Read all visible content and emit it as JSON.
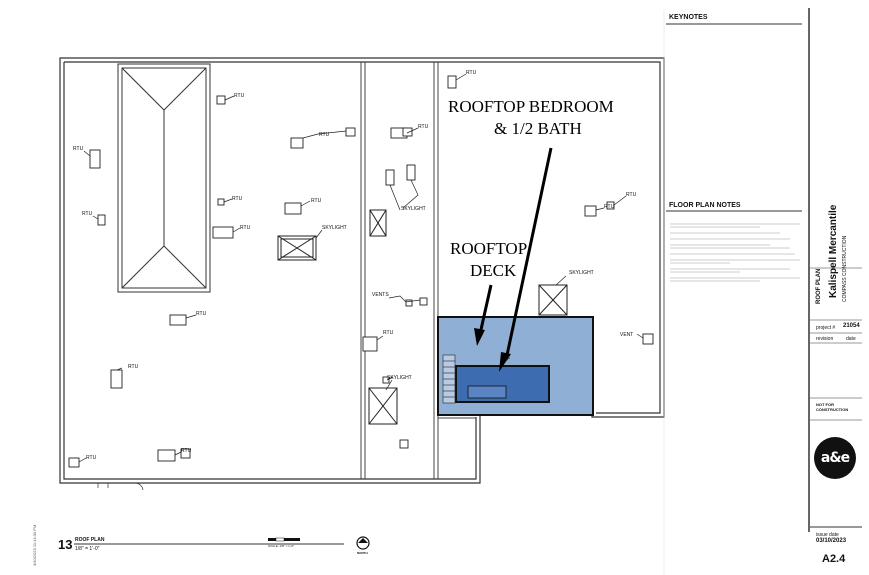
{
  "title_block": {
    "keynotes": "KEYNOTES",
    "floor_plan_notes": "FLOOR PLAN NOTES",
    "project_name": "Kalispell Mercantile",
    "sheet_title": "ROOF PLAN",
    "company": "COMPASS CONSTRUCTION",
    "project_label": "project #",
    "project_number": "21054",
    "revision_label": "revision",
    "revision_value": "date",
    "status_line1": "NOT FOR",
    "status_line2": "CONSTRUCTION",
    "issue_label": "issue date",
    "issue_date": "03/10/2023",
    "sheet_number": "A2.4",
    "logo_text": "a&e"
  },
  "drawing": {
    "number": "13",
    "title": "ROOF PLAN",
    "scale": "1/8\" = 1'-0\"",
    "scale_bar_label": "SCALE: 1/8\" = 1'-0\"",
    "north_label": "NORTH",
    "side_text": "3/10/2023 11:14:30 PM"
  },
  "callouts": {
    "bedroom_line1": "ROOFTOP BEDROOM",
    "bedroom_line2": "& 1/2 BATH",
    "deck_line1": "ROOFTOP",
    "deck_line2": "DECK"
  },
  "labels": {
    "rtu": "RTU",
    "skylight": "SKYLIGHT",
    "vents": "VENTS",
    "vent": "VENT"
  },
  "colors": {
    "deck_fill": "#8fb0d4",
    "room_fill": "#3d6db0",
    "outline": "#222222"
  }
}
